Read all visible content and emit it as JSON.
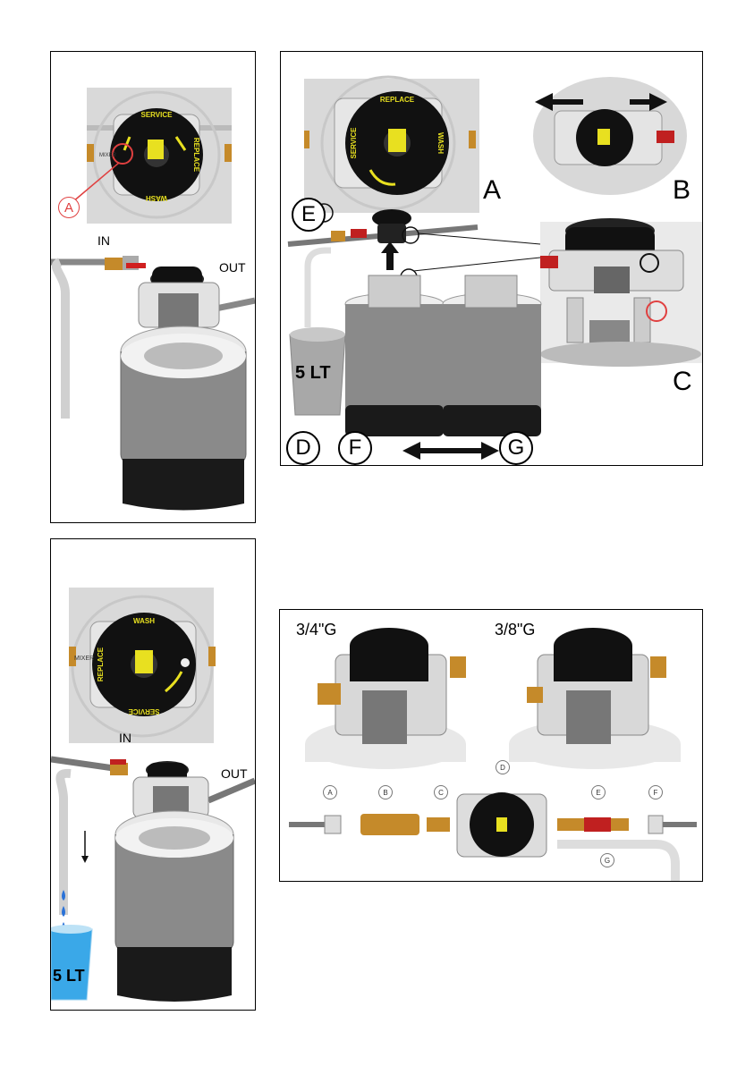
{
  "panel1": {
    "dial": {
      "top": "SERVICE",
      "right": "REPLACE",
      "bottom": "WASH",
      "left": "MIXER"
    },
    "marker": "A",
    "in_label": "IN",
    "out_label": "OUT"
  },
  "panel2": {
    "dial": {
      "top": "REPLACE",
      "right": "WASH",
      "bottom": "",
      "left": "SERVICE"
    },
    "labels": {
      "a": "A",
      "b": "B",
      "c": "C",
      "d": "D",
      "e": "E",
      "f": "F",
      "g": "G"
    },
    "bucket": "5 LT"
  },
  "panel3": {
    "dial": {
      "top": "WASH",
      "right": "",
      "bottom": "SERVICE",
      "left": "REPLACE"
    },
    "side_label": "MIXER",
    "in_label": "IN",
    "out_label": "OUT",
    "bucket": "5 LT"
  },
  "panel4": {
    "size_left": "3/4\"G",
    "size_right": "3/8\"G",
    "parts": {
      "a": "A",
      "b": "B",
      "c": "C",
      "d": "D",
      "e": "E",
      "f": "F",
      "g": "G"
    }
  }
}
